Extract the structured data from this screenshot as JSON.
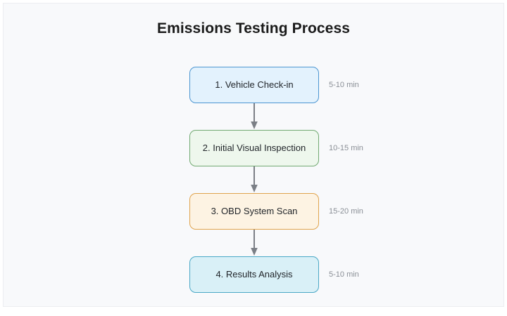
{
  "canvas": {
    "background": "#f8f9fb",
    "border_color": "#eceef1"
  },
  "chart_data": {
    "type": "diagram",
    "diagram_kind": "flowchart",
    "orientation": "vertical-top-to-bottom",
    "title": "Emissions Testing Process",
    "node_count": 4,
    "nodes": [
      {
        "index": 1,
        "label": "1. Vehicle Check-in",
        "duration": "5-10 min",
        "duration_min": 5,
        "duration_max": 10,
        "duration_unit": "min",
        "fill": "#e3f2fd",
        "stroke": "#4b95d1",
        "text_color": "#1f2328"
      },
      {
        "index": 2,
        "label": "2. Initial Visual Inspection",
        "duration": "10-15 min",
        "duration_min": 10,
        "duration_max": 15,
        "duration_unit": "min",
        "fill": "#eef7ed",
        "stroke": "#71a971",
        "text_color": "#1f2328"
      },
      {
        "index": 3,
        "label": "3. OBD System Scan",
        "duration": "15-20 min",
        "duration_min": 15,
        "duration_max": 20,
        "duration_unit": "min",
        "fill": "#fdf3e3",
        "stroke": "#e0a44e",
        "text_color": "#1f2328"
      },
      {
        "index": 4,
        "label": "4. Results Analysis",
        "duration": "5-10 min",
        "duration_min": 5,
        "duration_max": 10,
        "duration_unit": "min",
        "fill": "#d9f0f7",
        "stroke": "#4aa8c6",
        "text_color": "#1f2328"
      }
    ],
    "edges": [
      {
        "from": 1,
        "to": 2,
        "style": "solid-arrow",
        "color": "#7b7f86"
      },
      {
        "from": 2,
        "to": 3,
        "style": "solid-arrow",
        "color": "#7b7f86"
      },
      {
        "from": 3,
        "to": 4,
        "style": "solid-arrow",
        "color": "#7b7f86"
      }
    ],
    "edge_color": "#7b7f86",
    "title_color": "#1a1a1a"
  }
}
